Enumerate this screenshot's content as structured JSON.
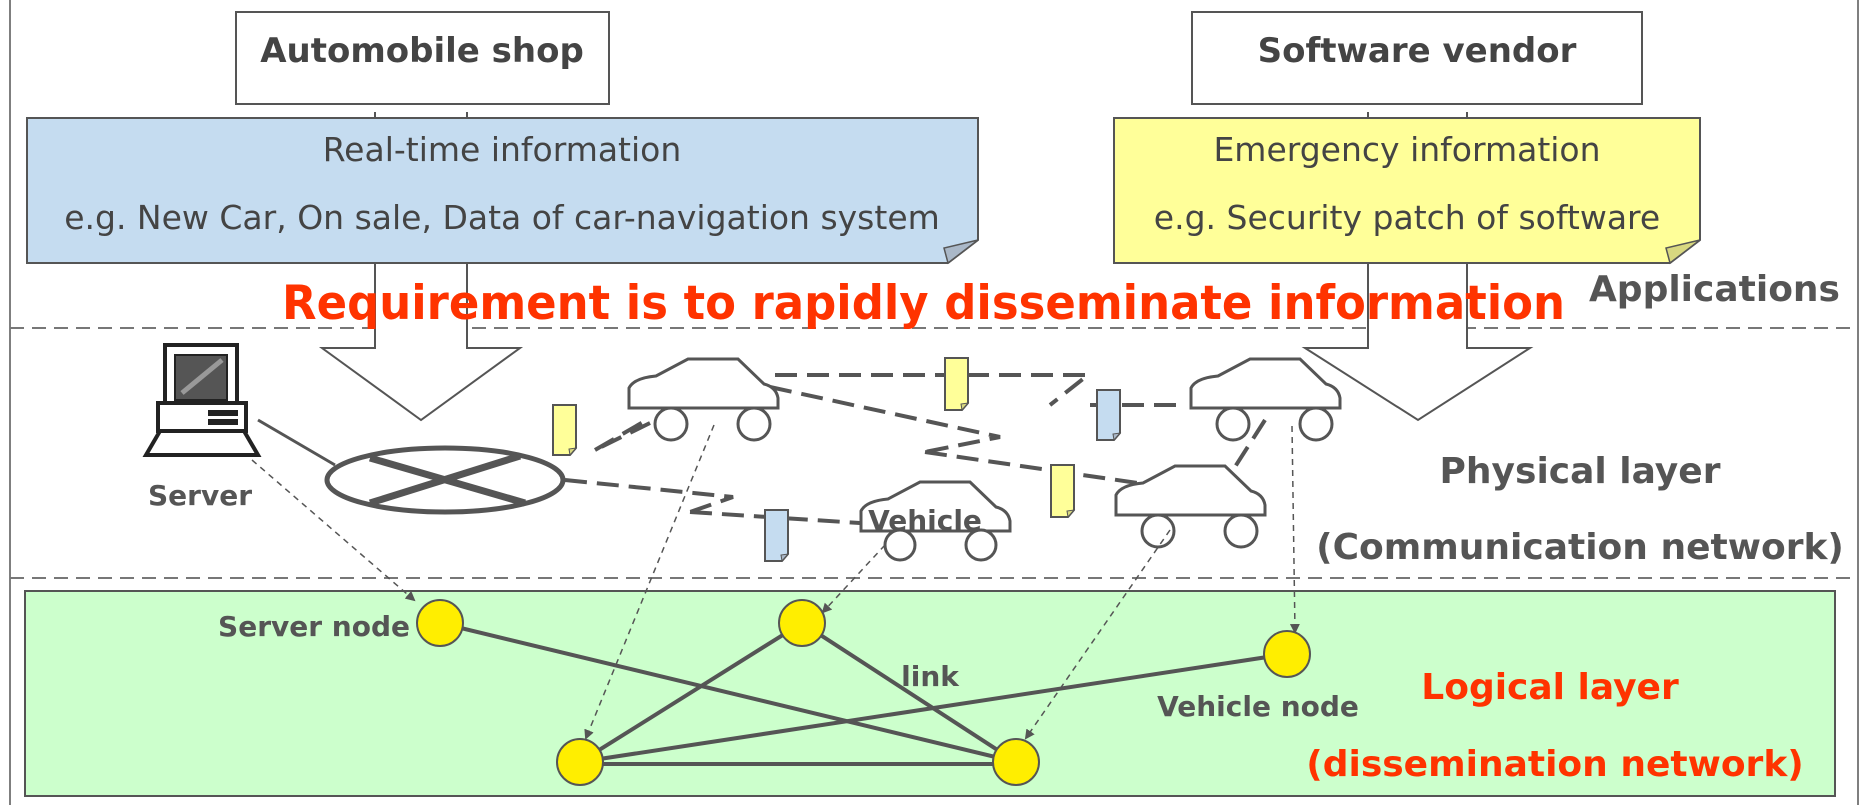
{
  "sources": {
    "left": "Automobile shop",
    "right": "Software vendor"
  },
  "info_boxes": {
    "left": {
      "line1": "Real-time information",
      "line2": "e.g. New Car, On sale, Data of car-navigation system",
      "color": "#c5dcf0"
    },
    "right": {
      "line1": "Emergency information",
      "line2": "e.g. Security patch of software",
      "color": "#ffff99"
    }
  },
  "requirement": "Requirement is to rapidly disseminate information",
  "layers": {
    "applications": "Applications",
    "physical_line1": "Physical layer",
    "physical_line2": "(Communication network)",
    "logical_line1": "Logical layer",
    "logical_line2": "(dissemination network)"
  },
  "labels": {
    "server": "Server",
    "vehicle": "Vehicle",
    "server_node": "Server node",
    "vehicle_node": "Vehicle node",
    "link": "link"
  },
  "colors": {
    "accent_red": "#ff3300",
    "logical_bg": "#ccffcc",
    "node_fill": "#ffee00",
    "line": "#555555",
    "packet_yellow": "#ffff99",
    "packet_blue": "#c5dcf0"
  },
  "icons": {
    "server": "computer-icon",
    "vehicle": "car-icon",
    "intersection": "road-intersection-icon",
    "packet": "document-icon"
  }
}
